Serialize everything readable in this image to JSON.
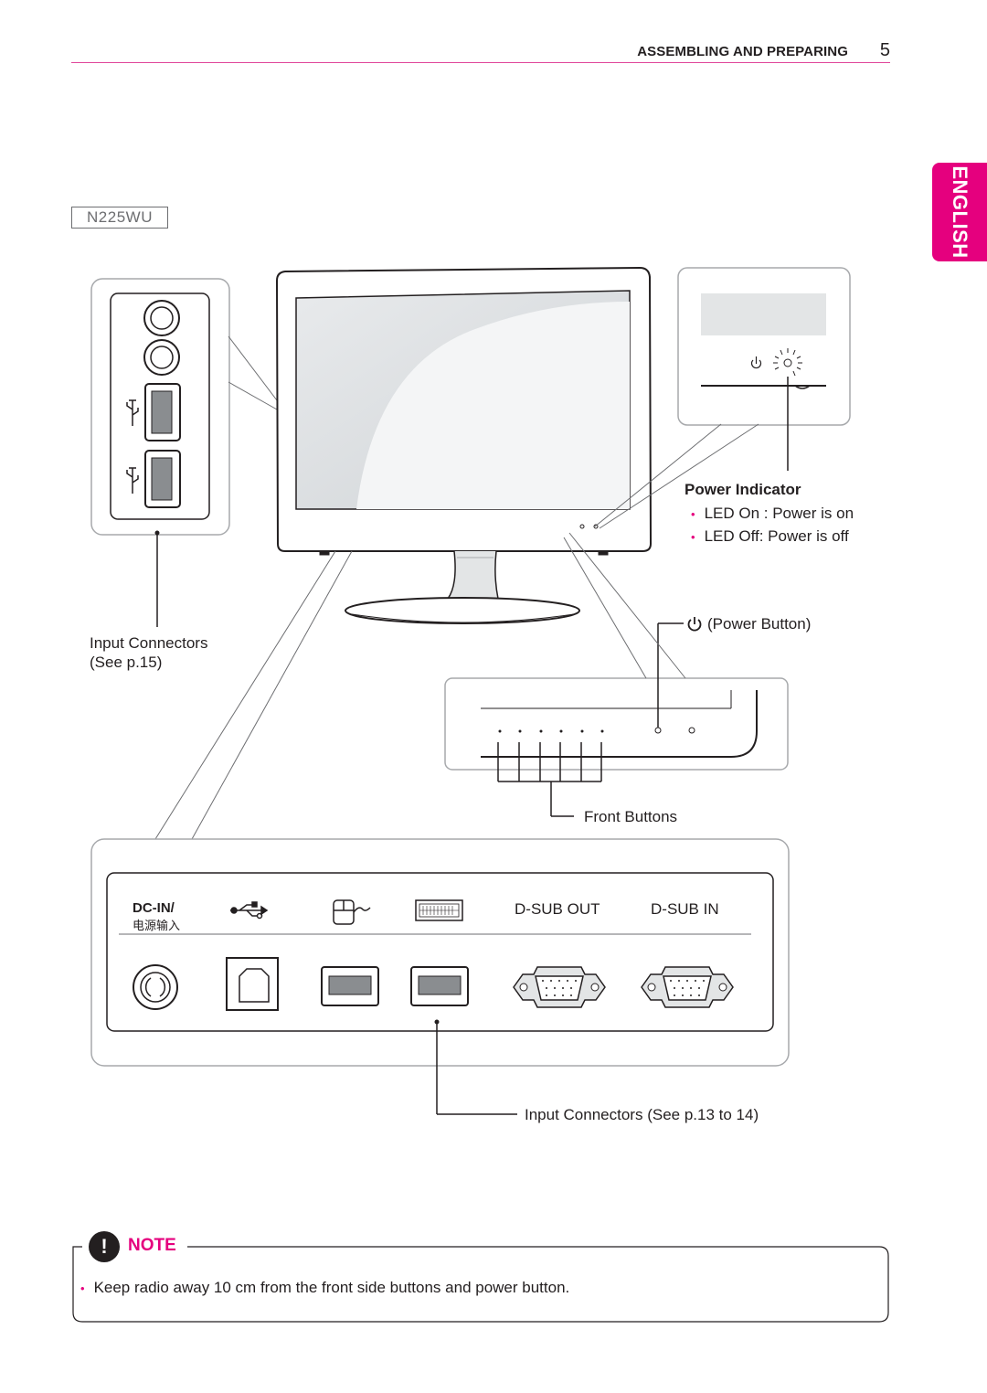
{
  "header": {
    "section_title": "ASSEMBLING AND PREPARING",
    "page_number": "5"
  },
  "language_tab": "ENGLISH",
  "model": "N225WU",
  "callouts": {
    "side_input_connectors_line1": "Input Connectors",
    "side_input_connectors_line2": "(See p.15)",
    "power_indicator": {
      "title": "Power Indicator",
      "items": [
        "LED On : Power is on",
        "LED Off: Power is off"
      ]
    },
    "power_button": "(Power Button)",
    "front_buttons": "Front Buttons",
    "rear_input_connectors": "Input Connectors (See p.13 to 14)"
  },
  "rear_ports": {
    "dc_in_line1": "DC-IN/",
    "dc_in_line2": "电源输入",
    "d_sub_out": "D-SUB OUT",
    "d_sub_in": "D-SUB IN"
  },
  "note": {
    "title": "NOTE",
    "icon_glyph": "!",
    "text": "Keep radio away 10 cm from the front side buttons and power button."
  },
  "colors": {
    "accent": "#e5007e",
    "rule": "#e0479a",
    "outline": "#6d6e71"
  },
  "icons": [
    "usb-icon",
    "power-icon",
    "mouse-icon",
    "keyboard-icon",
    "warning-icon"
  ]
}
